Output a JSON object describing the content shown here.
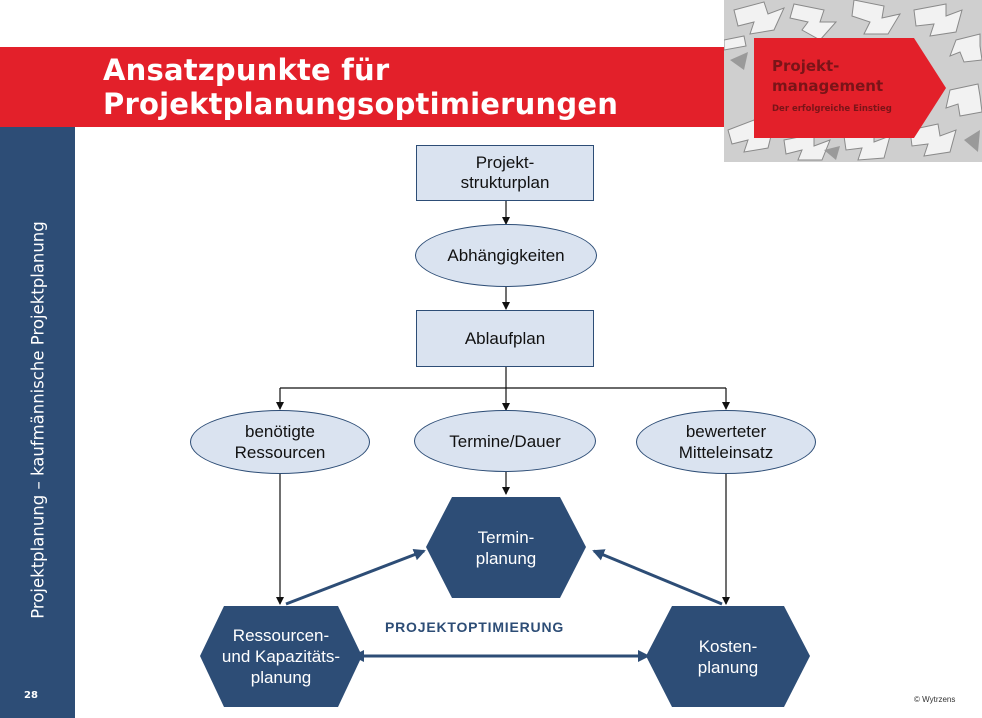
{
  "slide": {
    "title_line1": "Ansatzpunkte für",
    "title_line2": "Projektplanungsoptimierungen",
    "sidebar_text": "Projektplanung – kaufmännische Projektplanung",
    "page_number": "28",
    "copyright": "© Wytrzens"
  },
  "logo": {
    "line1": "Projekt-",
    "line2": "management",
    "tagline": "Der erfolgreiche Einstieg"
  },
  "diagram": {
    "psp": "Projekt-\nstrukturplan",
    "abhaengigkeiten": "Abhängigkeiten",
    "ablaufplan": "Ablaufplan",
    "ressourcen_needed": "benötigte\nRessourcen",
    "termine_dauer": "Termine/Dauer",
    "mitteleinsatz": "bewerteter\nMitteleinsatz",
    "terminplanung": "Termin-\nplanung",
    "ressourcenplanung": "Ressourcen-\nund Kapazitäts-\nplanung",
    "kostenplanung": "Kosten-\nplanung",
    "optimierung": "PROJEKTOPTIMIERUNG"
  },
  "colors": {
    "title_red": "#e3202a",
    "navy": "#2d4d76",
    "node_fill": "#dae3f0",
    "logo_text": "#7a1418"
  }
}
